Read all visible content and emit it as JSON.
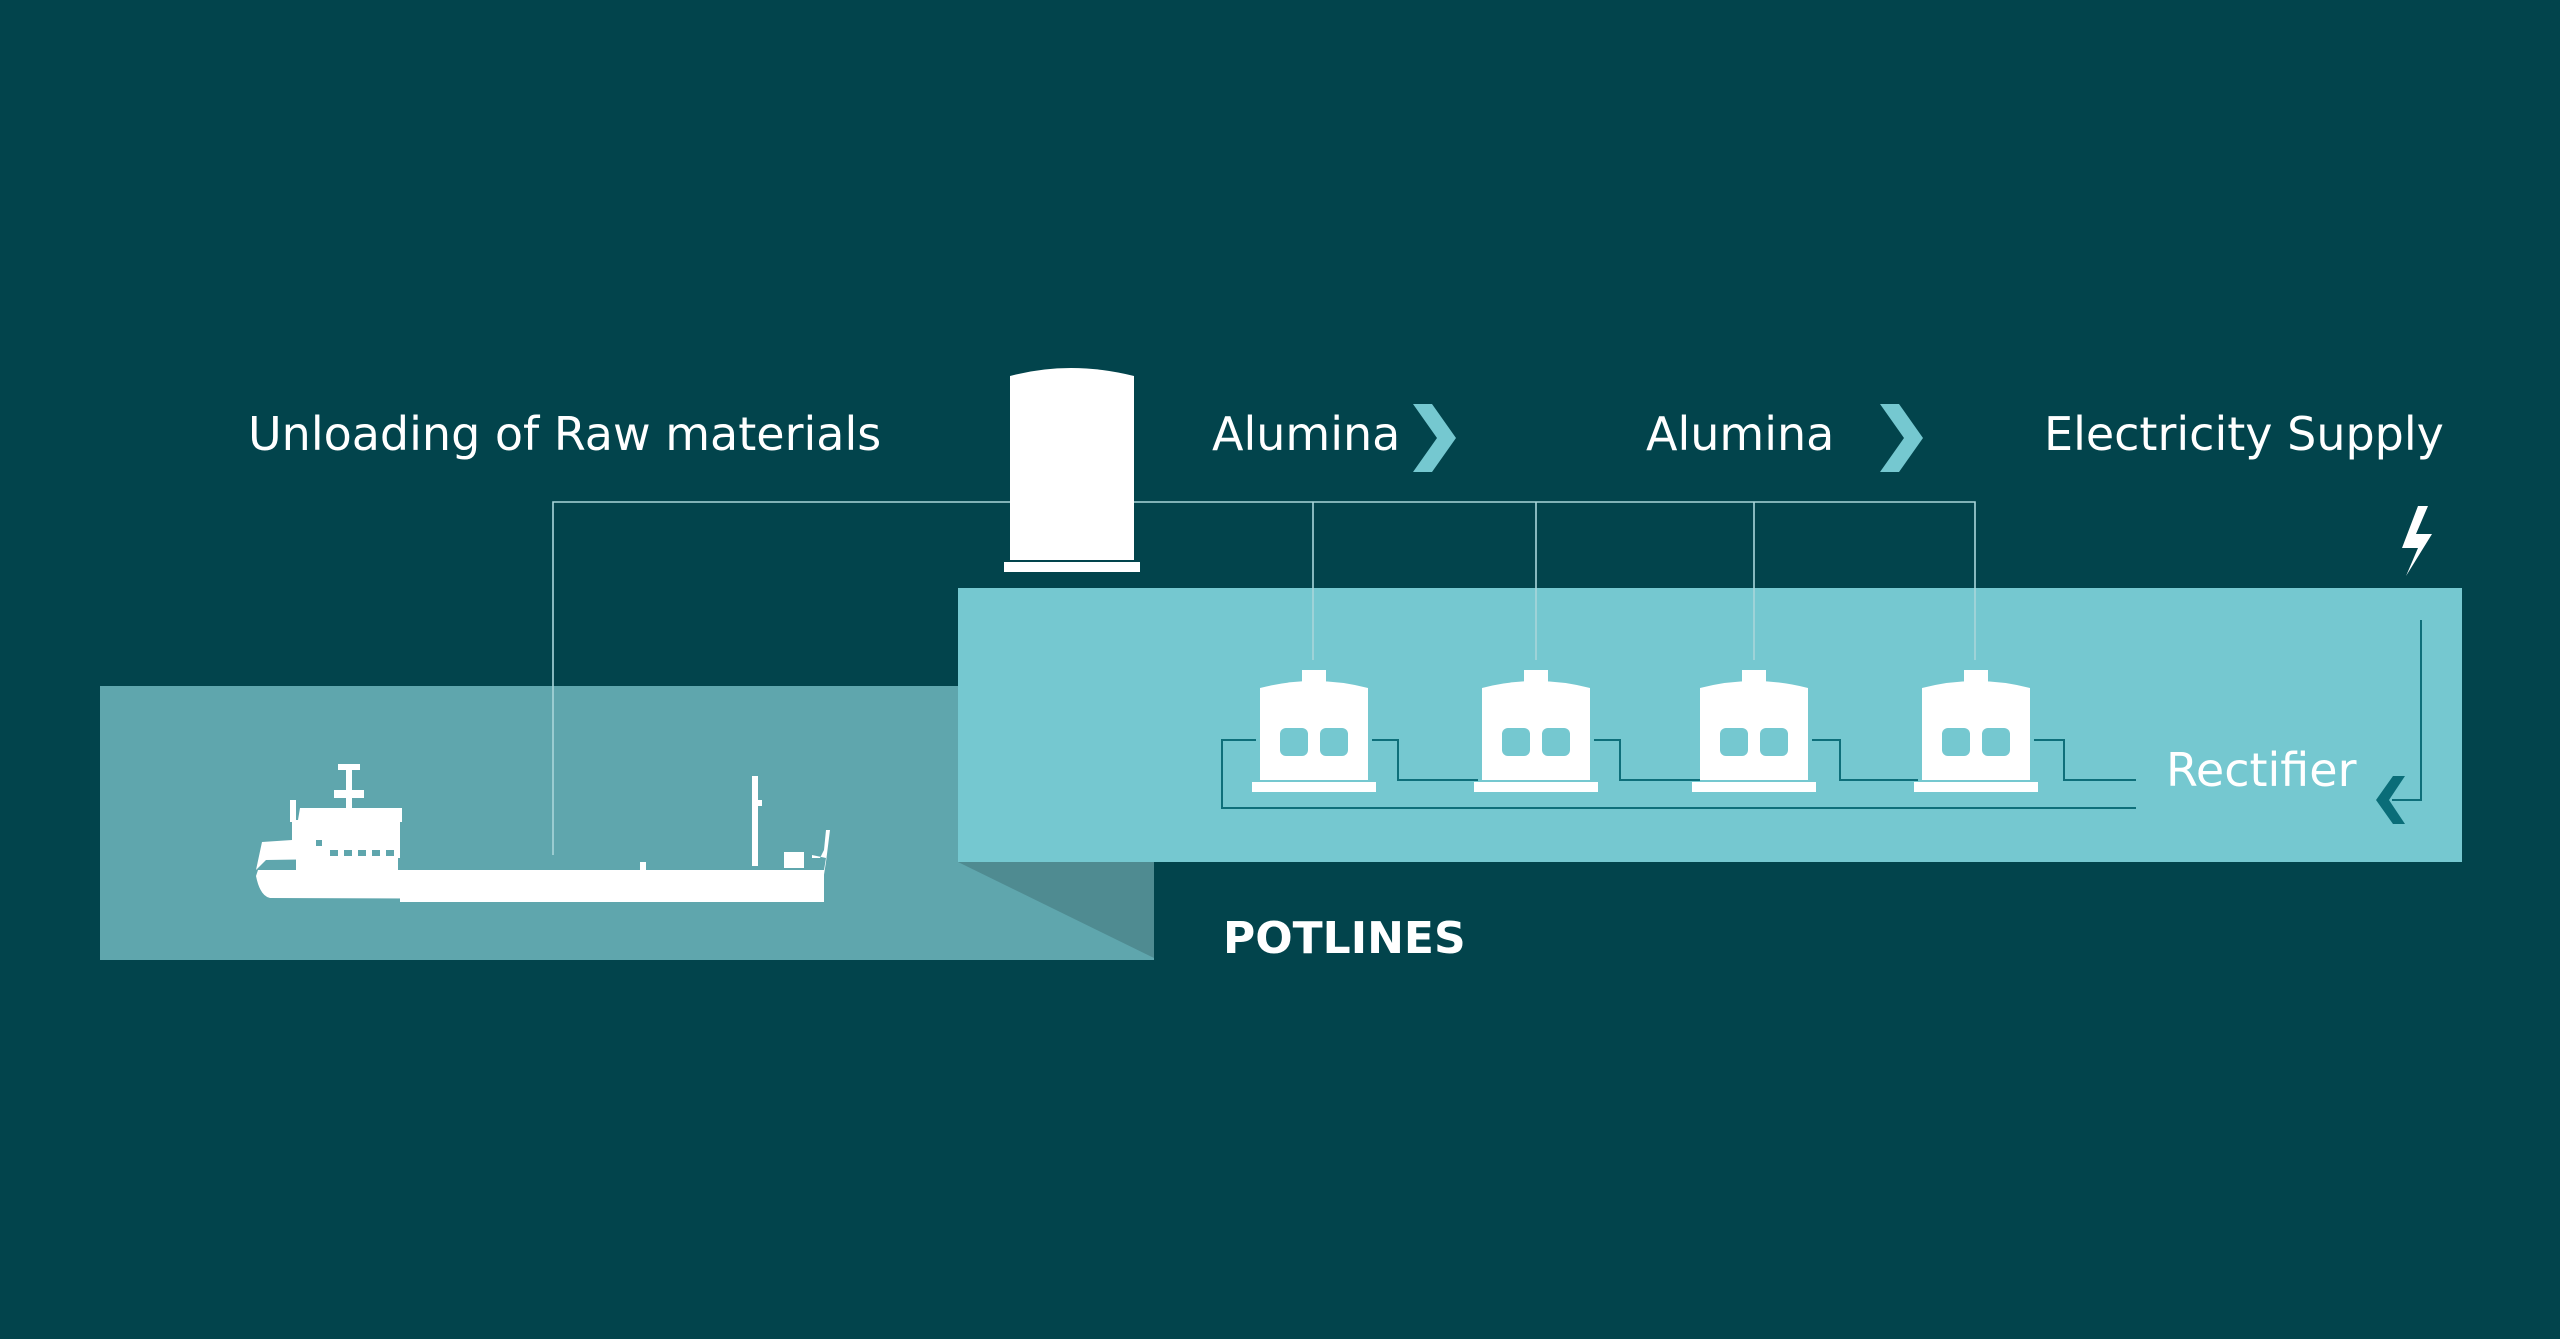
{
  "labels": {
    "unloading": "Unloading of Raw materials",
    "alumina_1": "Alumina",
    "alumina_2": "Alumina",
    "electricity_supply": "Electricity Supply",
    "rectifier": "Rectifier",
    "potlines": "POTLINES"
  },
  "colors": {
    "background": "#02444c",
    "potline_block": "#75c8d0",
    "ship_block": "#5fa6ad",
    "ship_shadow": "#4f8b91",
    "chevron": "#75c8d0",
    "rectifier_chevron": "#0a6d78",
    "icon_white": "#ffffff",
    "connector_line": "#a9d6da"
  },
  "icons": {
    "ship": "ship-icon",
    "silo": "silo-icon",
    "pot": "pot-icon",
    "lightning": "lightning-icon",
    "chevron": "chevron-right-icon",
    "rectifier_chevron": "chevron-left-icon"
  }
}
